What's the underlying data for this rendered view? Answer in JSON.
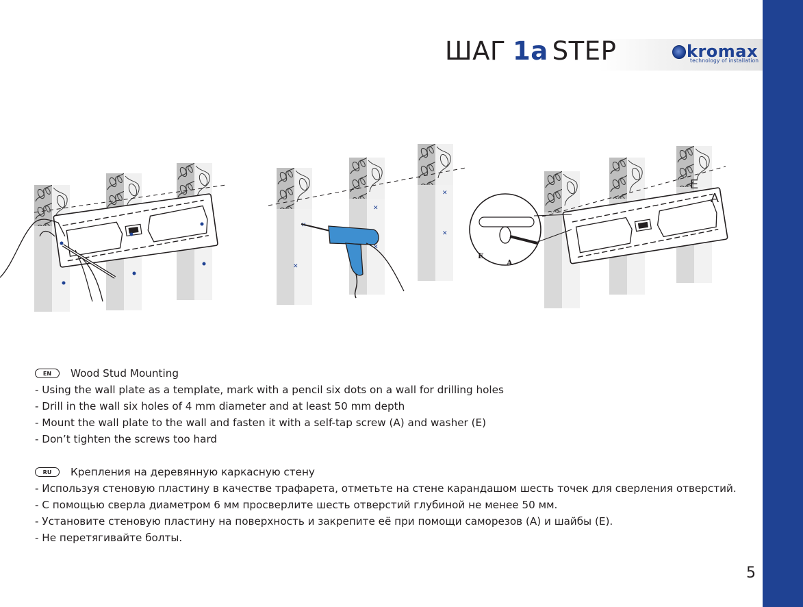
{
  "header": {
    "title_ru": "ШАГ",
    "step": "1a",
    "title_en": "STEP",
    "logo_word": "kromax",
    "logo_tagline": "technology of installation"
  },
  "diagram": {
    "label_e": "E",
    "label_a": "A",
    "callout_e": "E",
    "callout_a": "A"
  },
  "en": {
    "badge": "EN",
    "heading": "Wood Stud Mounting",
    "lines": [
      "- Using the wall plate as a template, mark with a pencil six dots on a wall for drilling holes",
      "- Drill in the wall six holes of 4 mm diameter and at least  50 mm depth",
      "- Mount the wall plate to the wall and fasten it with a self-tap screw (A) and washer (E)",
      "- Don’t tighten the screws too hard"
    ]
  },
  "ru": {
    "badge": "RU",
    "heading": "Крепления на деревянную каркасную стену",
    "lines": [
      "- Используя стеновую пластину в качестве трафарета, отметьте на стене карандашом шесть точек для сверления отверстий.",
      "- С помощью сверла диаметром 6 мм просверлите шесть отверстий глубиной не менее 50 мм.",
      "- Установите стеновую пластину на поверхность и закрепите её при помощи саморезов (А) и  шайбы (Е).",
      "- Не перетягивайте болты."
    ]
  },
  "page_number": "5",
  "colors": {
    "brand": "#1f4293",
    "text": "#231f20"
  }
}
